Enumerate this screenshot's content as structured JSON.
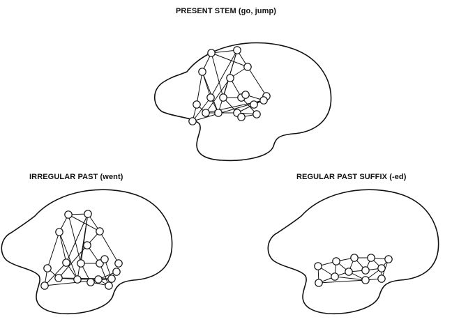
{
  "panels": [
    {
      "id": "present",
      "label": "PRESENT STEM (go, jump)"
    },
    {
      "id": "irregular",
      "label": "IRREGULAR PAST (went)"
    },
    {
      "id": "regular",
      "label": "REGULAR PAST SUFFIX (-ed)"
    }
  ]
}
